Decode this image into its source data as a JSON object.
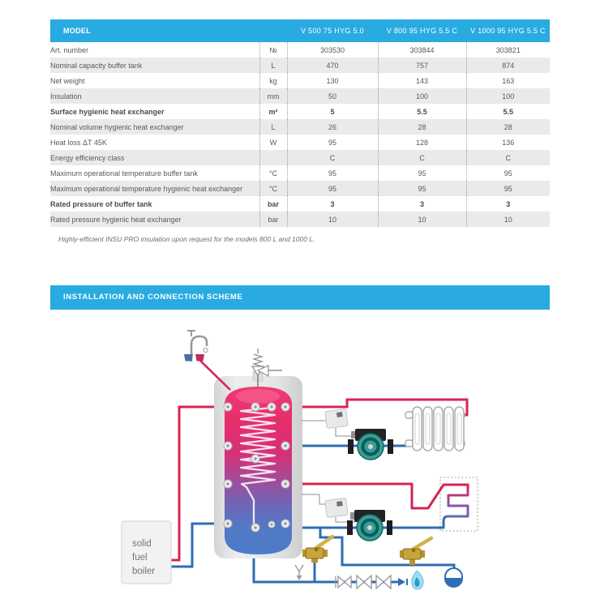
{
  "table": {
    "header": {
      "model_label": "MODEL",
      "columns": [
        "V 500 75 HYG 5.0",
        "V 800 95 HYG 5.5 C",
        "V 1000 95 HYG 5.5 C"
      ]
    },
    "rows": [
      {
        "label": "Art. number",
        "unit": "№",
        "values": [
          "303530",
          "303844",
          "303821"
        ]
      },
      {
        "label": "Nominal capacity buffer tank",
        "unit": "L",
        "values": [
          "470",
          "757",
          "874"
        ]
      },
      {
        "label": "Net weight",
        "unit": "kg",
        "values": [
          "130",
          "143",
          "163"
        ]
      },
      {
        "label": "Insulation",
        "unit": "mm",
        "values": [
          "50",
          "100",
          "100"
        ]
      },
      {
        "label": "Surface hygienic heat exchanger",
        "unit": "m²",
        "values": [
          "5",
          "5.5",
          "5.5"
        ]
      },
      {
        "label": "Nominal volume hygienic heat exchanger",
        "unit": "L",
        "values": [
          "26",
          "28",
          "28"
        ]
      },
      {
        "label": "Heat loss ΔT 45K",
        "unit": "W",
        "values": [
          "95",
          "128",
          "136"
        ]
      },
      {
        "label": "Energy efficiency class",
        "unit": "",
        "values": [
          "C",
          "C",
          "C"
        ]
      },
      {
        "label": "Maximum operational temperature buffer tank",
        "unit": "°C",
        "values": [
          "95",
          "95",
          "95"
        ]
      },
      {
        "label": "Maximum operational temperature hygienic heat exchanger",
        "unit": "°C",
        "values": [
          "95",
          "95",
          "95"
        ]
      },
      {
        "label": "Rated pressure of buffer tank",
        "unit": "bar",
        "values": [
          "3",
          "3",
          "3"
        ]
      },
      {
        "label": "Rated pressure hygienic heat exchanger",
        "unit": "bar",
        "values": [
          "10",
          "10",
          "10"
        ]
      }
    ],
    "footnote": "Highly-efficient INSU PRO insulation upon request for the models 800 L and 1000 L."
  },
  "section_banner": {
    "title": "INSTALLATION AND CONNECTION SCHEME"
  },
  "diagram": {
    "boiler_label": {
      "line1": "solid",
      "line2": "fuel",
      "line3": "boiler"
    },
    "colors": {
      "accent_cyan": "#29ABE2",
      "pipe_hot": "#D62453",
      "pipe_cold": "#2E6CB5",
      "pump_teal": "#34A099",
      "brass": "#C9A43A",
      "tank_top": "#EE2D67",
      "tank_bottom": "#4B7CC9"
    }
  }
}
